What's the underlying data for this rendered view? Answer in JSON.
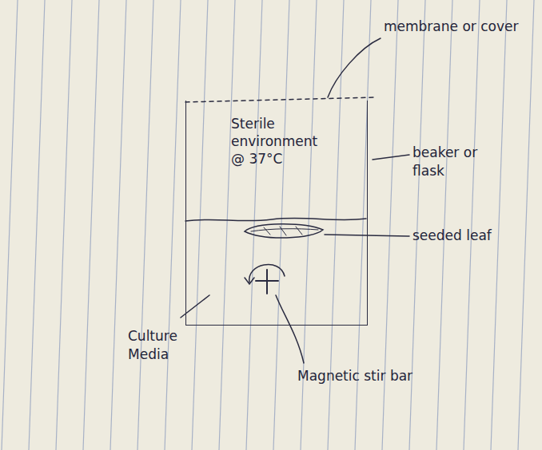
{
  "diagram": {
    "nodes": [
      {
        "text": [
          "Sterile environment @ 37°C"
        ]
      }
    ],
    "labels": [
      "membrane or cover",
      "beaker or flask",
      "seeded leaf",
      "Magnetic stir bar",
      "Culture Media"
    ]
  }
}
